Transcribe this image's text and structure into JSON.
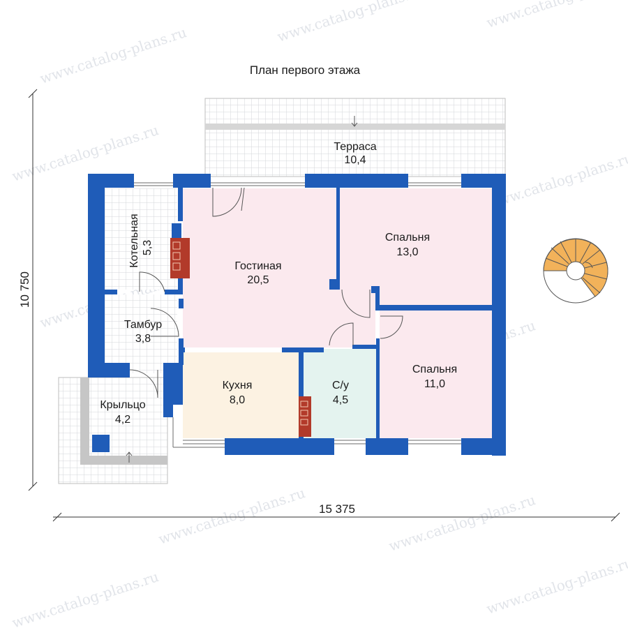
{
  "title": "План первого этажа",
  "dimensions": {
    "width": "15 375",
    "height": "10 750"
  },
  "watermark": "www.catalog-plans.ru",
  "rooms": {
    "terrace": {
      "name": "Терраса",
      "area": "10,4"
    },
    "boiler": {
      "name": "Котельная",
      "area": "5,3"
    },
    "living": {
      "name": "Гостиная",
      "area": "20,5"
    },
    "bedroom1": {
      "name": "Спальня",
      "area": "13,0"
    },
    "vestibule": {
      "name": "Тамбур",
      "area": "3,8"
    },
    "kitchen": {
      "name": "Кухня",
      "area": "8,0"
    },
    "bathroom": {
      "name": "С/у",
      "area": "4,5"
    },
    "bedroom2": {
      "name": "Спальня",
      "area": "11,0"
    },
    "porch": {
      "name": "Крыльцо",
      "area": "4,2"
    }
  },
  "colors": {
    "wall": "#1f5cb8",
    "living": "#fbe9ee",
    "kitchen": "#fcf2e2",
    "bathroom": "#e4f3ef",
    "stove": "#b23a2a",
    "stair": "#f2b25a"
  }
}
